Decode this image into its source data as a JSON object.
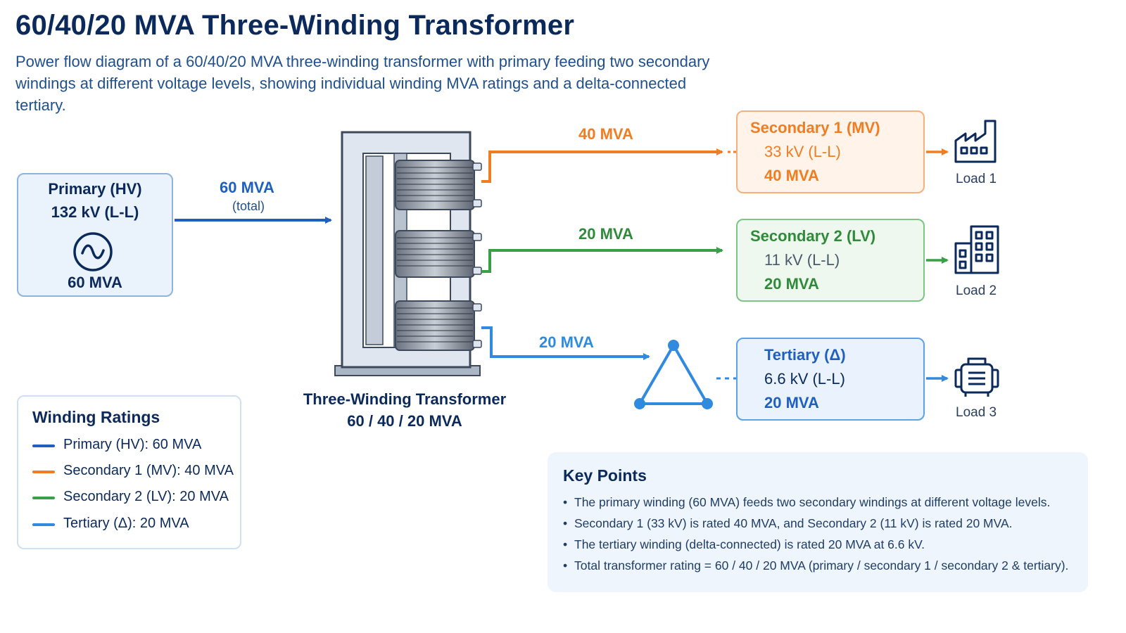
{
  "title": "60/40/20 MVA Three-Winding Transformer",
  "subtitle": "Power flow diagram of a 60/40/20 MVA three-winding transformer with primary feeding two secondary windings at different voltage levels, showing individual winding MVA ratings and a delta-connected tertiary.",
  "colors": {
    "primary": "#1f5fbf",
    "secondary1": "#f07d22",
    "secondary2": "#3aa047",
    "tertiary": "#2f8ae0",
    "navy": "#0b2a5b"
  },
  "primary": {
    "title": "Primary (HV)",
    "voltage": "132 kV (L-L)",
    "mva": "60 MVA",
    "icon": "ac-source-icon"
  },
  "flows": {
    "primary": {
      "label": "60 MVA",
      "sub": "(total)"
    },
    "secondary1": {
      "label": "40 MVA"
    },
    "secondary2": {
      "label": "20 MVA"
    },
    "tertiary": {
      "label": "20 MVA"
    }
  },
  "transformer": {
    "caption_line1": "Three-Winding Transformer",
    "caption_line2": "60 / 40 / 20 MVA"
  },
  "windings": {
    "secondary1": {
      "title": "Secondary 1 (MV)",
      "voltage": "33 kV (L-L)",
      "mva": "40 MVA"
    },
    "secondary2": {
      "title": "Secondary 2 (LV)",
      "voltage": "11 kV (L-L)",
      "mva": "20 MVA"
    },
    "tertiary": {
      "title": "Tertiary (Δ)",
      "voltage": "6.6 kV (L-L)",
      "mva": "20 MVA"
    }
  },
  "loads": [
    {
      "label": "Load 1",
      "icon": "factory-icon"
    },
    {
      "label": "Load 2",
      "icon": "building-icon"
    },
    {
      "label": "Load 3",
      "icon": "motor-icon"
    }
  ],
  "legend": {
    "title": "Winding Ratings",
    "items": [
      {
        "label": "Primary (HV): 60 MVA",
        "color": "#1f5fbf"
      },
      {
        "label": "Secondary 1 (MV): 40 MVA",
        "color": "#f07d22"
      },
      {
        "label": "Secondary 2 (LV): 20 MVA",
        "color": "#3aa047"
      },
      {
        "label": "Tertiary (Δ): 20 MVA",
        "color": "#2f8ae0"
      }
    ]
  },
  "key_points": {
    "title": "Key Points",
    "items": [
      "The primary winding (60 MVA) feeds two secondary windings at different voltage levels.",
      "Secondary 1 (33 kV) is rated 40 MVA, and Secondary 2 (11 kV) is rated 20 MVA.",
      "The tertiary winding (delta-connected) is rated 20 MVA at 6.6 kV.",
      "Total transformer rating = 60 / 40 / 20 MVA (primary / secondary 1 / secondary 2 & tertiary)."
    ]
  }
}
